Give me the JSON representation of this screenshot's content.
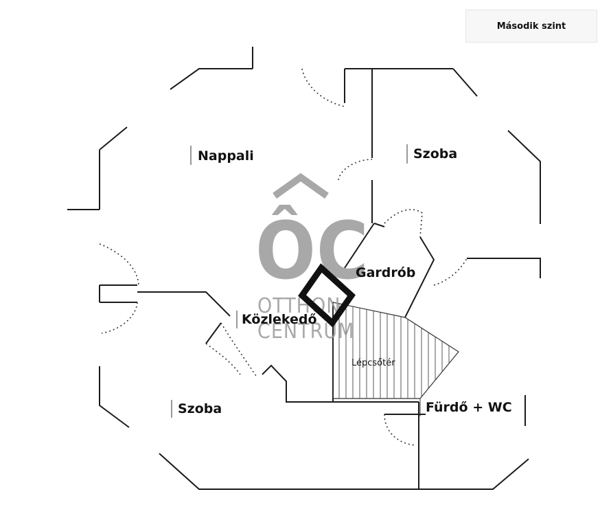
{
  "title": "Második szint",
  "rooms": {
    "nappali": "Nappali",
    "szoba_top": "Szoba",
    "gardrob": "Gardrób",
    "kozlekedo": "Közlekedő",
    "lepcsoter": "Lépcsőtér",
    "szoba_bottom": "Szoba",
    "furdo": "Fürdő + WC"
  },
  "watermark": {
    "logo": "ÔC",
    "line1": "OTTHON",
    "line2": "CENTRUM"
  },
  "colors": {
    "walls": "#1a1a1a",
    "watermark": "#9a9a9a"
  }
}
